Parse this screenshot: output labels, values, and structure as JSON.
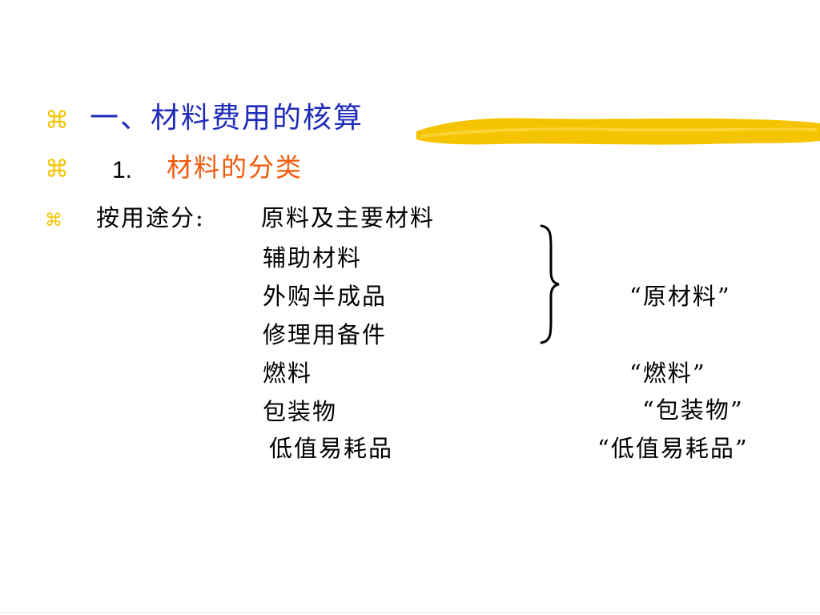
{
  "slide": {
    "bullet_symbol": "⌘",
    "title": "一、材料费用的核算",
    "section_number": "1.",
    "section_title": "材料的分类",
    "by_use_label": "按用途分:",
    "materials": [
      "原料及主要材料",
      "辅助材料",
      "外购半成品",
      "修理用备件",
      "燃料",
      "包装物",
      "低值易耗品"
    ],
    "categories": {
      "raw_materials": "“原材料”",
      "fuel": "“燃料”",
      "packaging": "“包装物”",
      "low_value": "“低值易耗品”"
    }
  },
  "colors": {
    "bullet": "#F5C400",
    "title": "#1F2DB8",
    "subtitle": "#F05A0A",
    "highlight": "#F5C400"
  }
}
